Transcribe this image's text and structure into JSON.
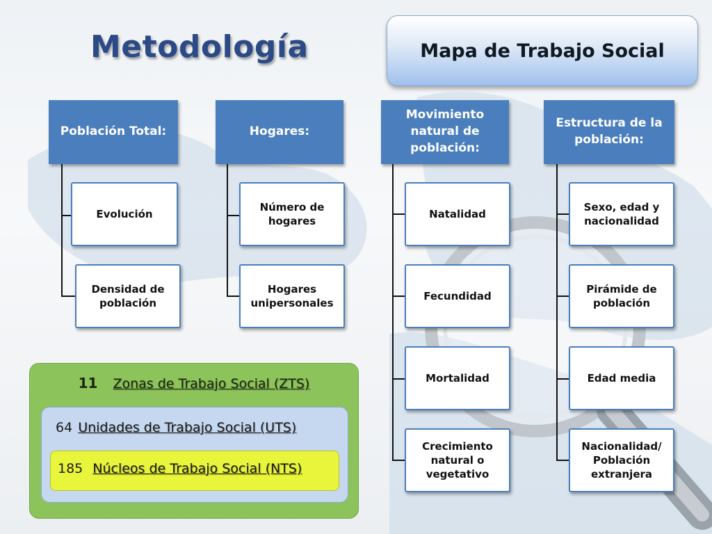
{
  "title": "Metodología",
  "banner": "Mapa de Trabajo Social",
  "columns": [
    {
      "header": "Población Total:",
      "items": [
        "Evolución",
        "Densidad de población"
      ]
    },
    {
      "header": "Hogares:",
      "items": [
        "Número de hogares",
        "Hogares unipersonales"
      ]
    },
    {
      "header": "Movimiento natural de población:",
      "items": [
        "Natalidad",
        "Fecundidad",
        "Mortalidad",
        "Crecimiento natural o vegetativo"
      ]
    },
    {
      "header": "Estructura de la población:",
      "items": [
        "Sexo, edad y nacionalidad",
        "Pirámide de población",
        "Edad media",
        "Nacionalidad/ Población extranjera"
      ]
    }
  ],
  "zones": {
    "zts": {
      "count": "11",
      "label": "Zonas de Trabajo Social  (ZTS)"
    },
    "uts": {
      "count": "64",
      "label": "Unidades de Trabajo Social (UTS)"
    },
    "nts": {
      "count": "185",
      "label": "Núcleos de Trabajo Social (NTS)"
    }
  },
  "colors": {
    "header_fill": "#4a7ebd",
    "title_text": "#2b4a86",
    "zone_green": "#8cc35a",
    "zone_blue": "#c6d8f0",
    "zone_yellow": "#e9f53a"
  }
}
